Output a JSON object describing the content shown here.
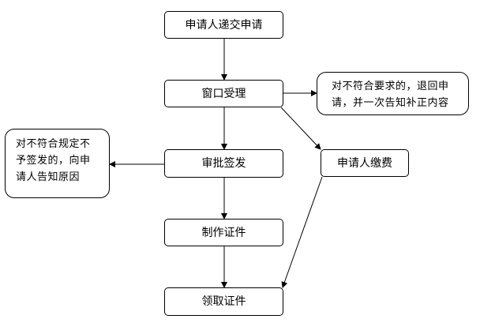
{
  "nodes": {
    "submit": "申请人递交申请",
    "accept": "窗口受理",
    "reject_requirements": "对不符合要求的，退回申\n请，并一次告知补正内容",
    "approve": "审批签发",
    "reject_rules": "对不符合规定不\n予签发的，向申\n请人告知原因",
    "fee": "申请人缴费",
    "make": "制作证件",
    "collect": "领取证件"
  },
  "colors": {
    "stroke": "#000000",
    "fill": "#ffffff",
    "text": "#000000"
  }
}
